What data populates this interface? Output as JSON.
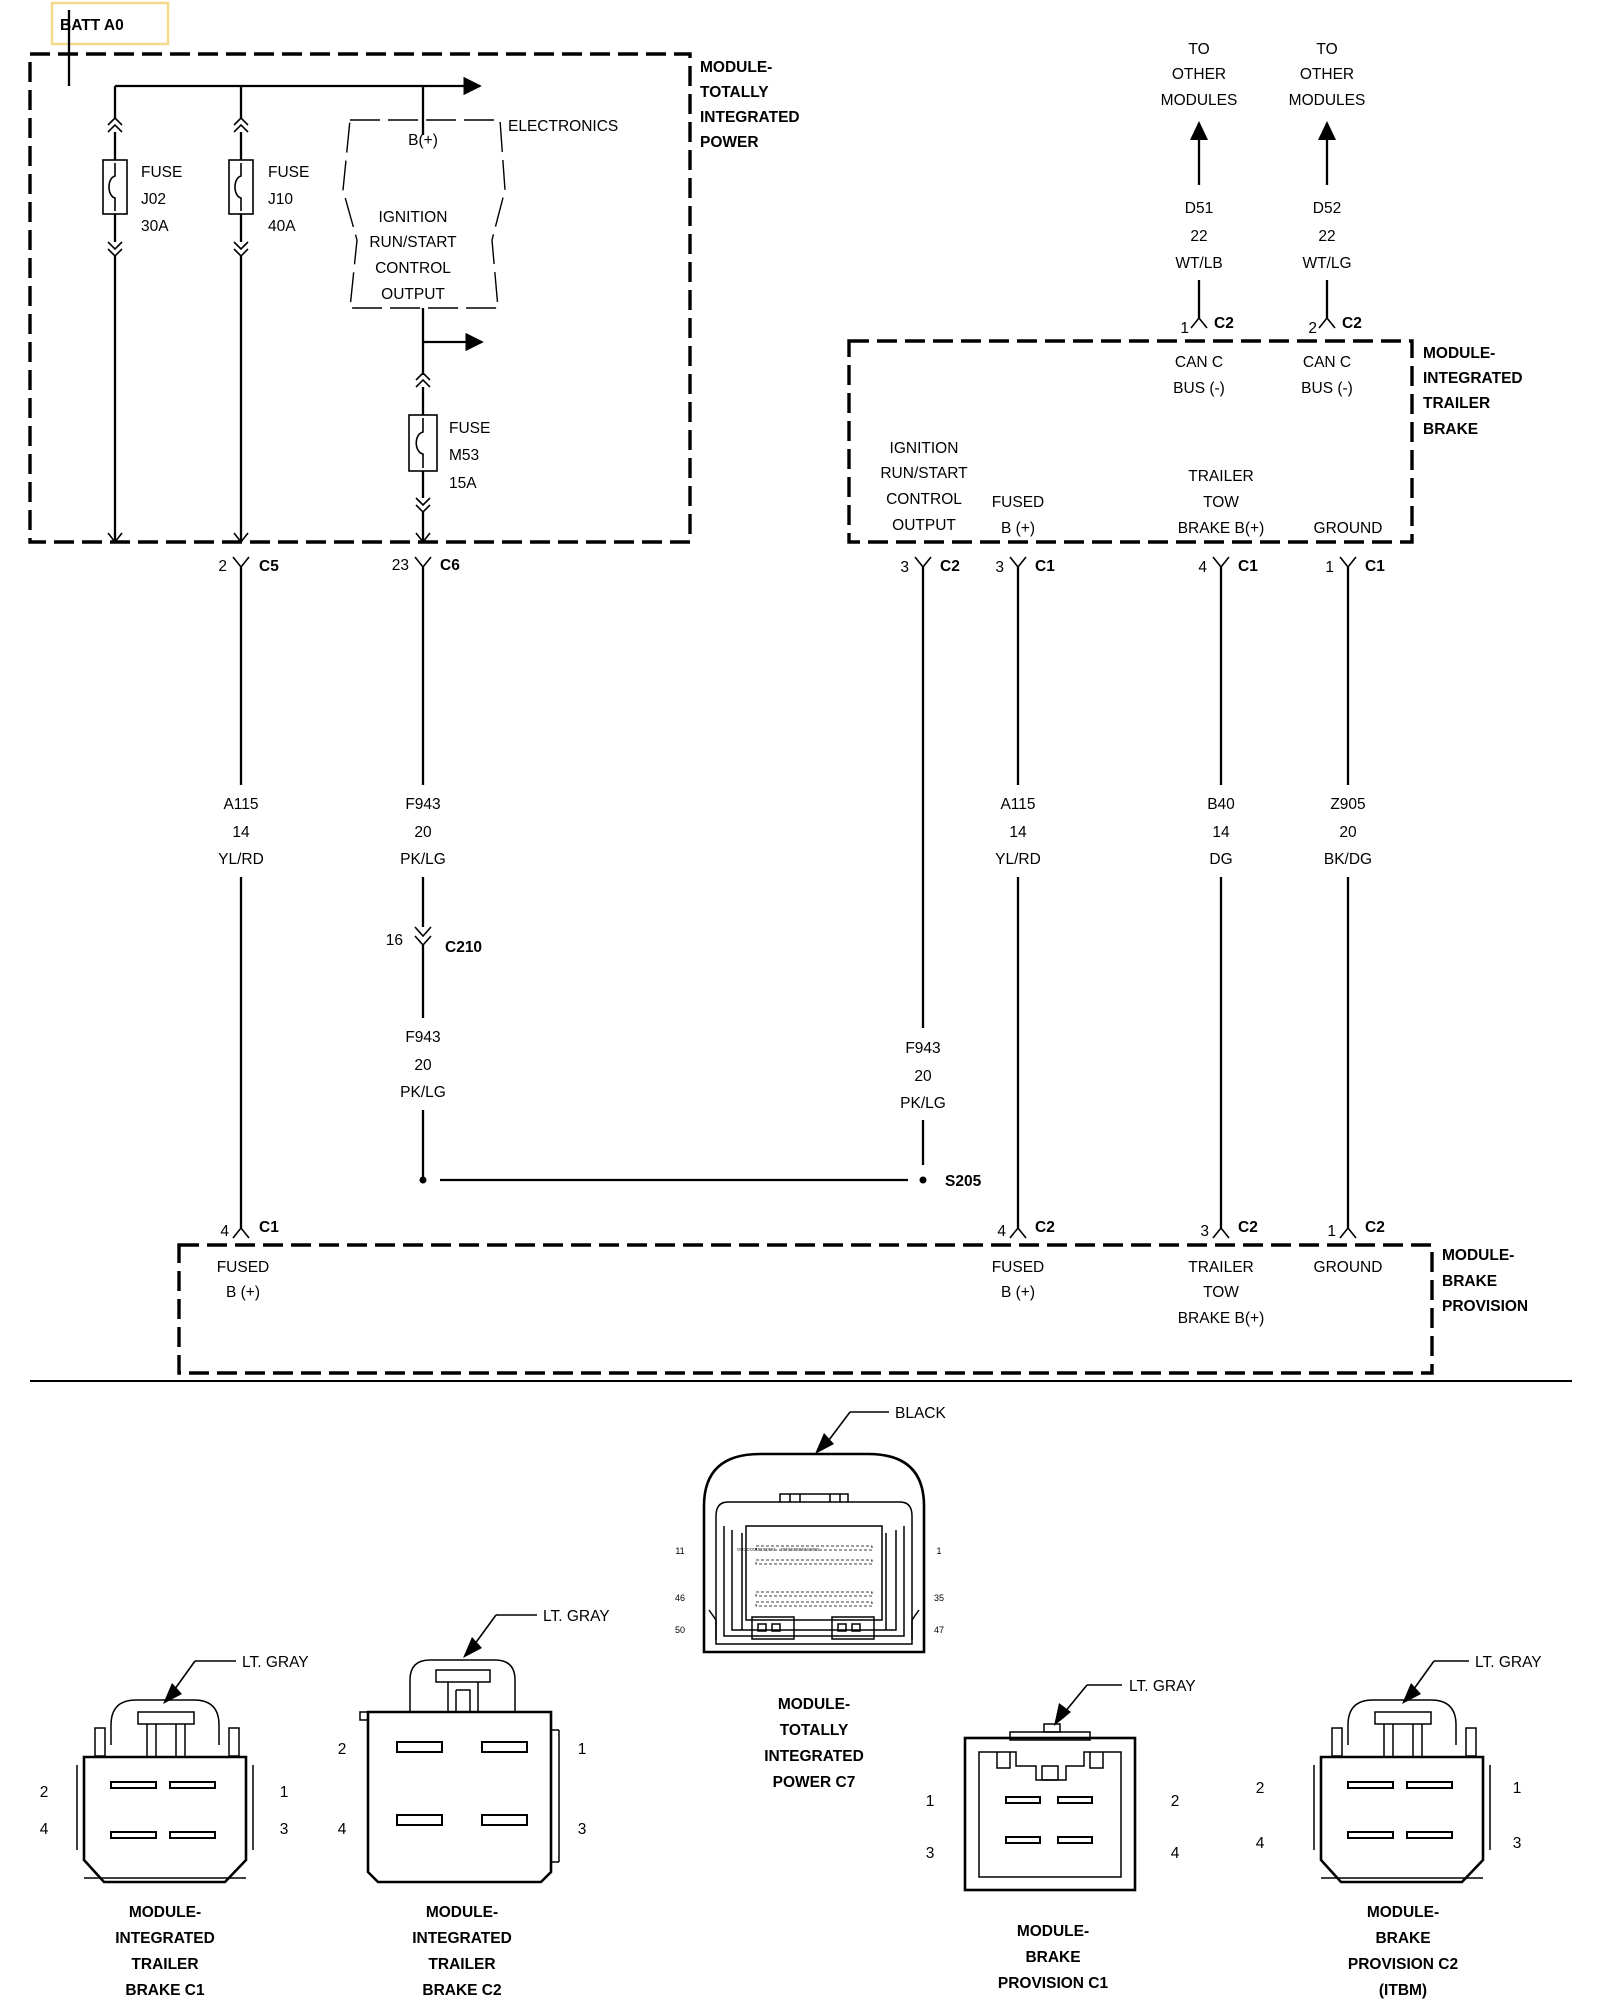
{
  "batt_label": "BATT A0",
  "colors": {
    "batt_border": "#f3d98b",
    "line": "#000000"
  },
  "tipm": {
    "title": [
      "MODULE-",
      "TOTALLY",
      "INTEGRATED",
      "POWER"
    ],
    "electronics_label": "ELECTRONICS",
    "b_plus": "B(+)",
    "ignition_output": [
      "IGNITION",
      "RUN/START",
      "CONTROL",
      "OUTPUT"
    ],
    "fuses": [
      {
        "word": "FUSE",
        "id": "J02",
        "rating": "30A"
      },
      {
        "word": "FUSE",
        "id": "J10",
        "rating": "40A"
      },
      {
        "word": "FUSE",
        "id": "M53",
        "rating": "15A"
      }
    ],
    "pins": [
      {
        "pin": "2",
        "connector": "C5"
      },
      {
        "pin": "23",
        "connector": "C6"
      }
    ]
  },
  "itbm": {
    "title": [
      "MODULE-",
      "INTEGRATED",
      "TRAILER",
      "BRAKE"
    ],
    "can_pins": [
      {
        "pin": "1",
        "connector": "C2",
        "label": [
          "CAN C",
          "BUS (-)"
        ],
        "wire": [
          "D51",
          "22",
          "WT/LB"
        ],
        "dest": [
          "TO",
          "OTHER",
          "MODULES"
        ]
      },
      {
        "pin": "2",
        "connector": "C2",
        "label": [
          "CAN C",
          "BUS (-)"
        ],
        "wire": [
          "D52",
          "22",
          "WT/LG"
        ],
        "dest": [
          "TO",
          "OTHER",
          "MODULES"
        ]
      }
    ],
    "bottom_pins": [
      {
        "pin": "3",
        "connector": "C2",
        "label": [
          "IGNITION",
          "RUN/START",
          "CONTROL",
          "OUTPUT"
        ]
      },
      {
        "pin": "3",
        "connector": "C1",
        "label": [
          "FUSED",
          "B (+)"
        ]
      },
      {
        "pin": "4",
        "connector": "C1",
        "label": [
          "TRAILER",
          "TOW",
          "BRAKE B(+)"
        ]
      },
      {
        "pin": "1",
        "connector": "C1",
        "label": [
          "GROUND"
        ]
      }
    ]
  },
  "wires": {
    "a115_left": [
      "A115",
      "14",
      "YL/RD"
    ],
    "f943_upper": [
      "F943",
      "20",
      "PK/LG"
    ],
    "c210": {
      "pin": "16",
      "connector": "C210"
    },
    "f943_lower": [
      "F943",
      "20",
      "PK/LG"
    ],
    "f943_right": [
      "F943",
      "20",
      "PK/LG"
    ],
    "a115_right": [
      "A115",
      "14",
      "YL/RD"
    ],
    "b40": [
      "B40",
      "14",
      "DG"
    ],
    "z905": [
      "Z905",
      "20",
      "BK/DG"
    ],
    "splice": "S205"
  },
  "bpm": {
    "title": [
      "MODULE-",
      "BRAKE",
      "PROVISION"
    ],
    "pins": [
      {
        "pin": "4",
        "connector": "C1",
        "label": [
          "FUSED",
          "B (+)"
        ]
      },
      {
        "pin": "4",
        "connector": "C2",
        "label": [
          "FUSED",
          "B (+)"
        ]
      },
      {
        "pin": "3",
        "connector": "C2",
        "label": [
          "TRAILER",
          "TOW",
          "BRAKE B(+)"
        ]
      },
      {
        "pin": "1",
        "connector": "C2",
        "label": [
          "GROUND"
        ]
      }
    ]
  },
  "connector_views": [
    {
      "color": "LT. GRAY",
      "pins": [
        "2",
        "1",
        "4",
        "3"
      ],
      "caption": [
        "MODULE-",
        "INTEGRATED",
        "TRAILER",
        "BRAKE C1"
      ]
    },
    {
      "color": "LT. GRAY",
      "pins": [
        "2",
        "1",
        "4",
        "3"
      ],
      "caption": [
        "MODULE-",
        "INTEGRATED",
        "TRAILER",
        "BRAKE C2"
      ]
    },
    {
      "color": "BLACK",
      "pins": [
        "11",
        "1",
        "46",
        "35",
        "50",
        "47"
      ],
      "caption": [
        "MODULE-",
        "TOTALLY",
        "INTEGRATED",
        "POWER C7"
      ]
    },
    {
      "color": "LT. GRAY",
      "pins": [
        "1",
        "2",
        "3",
        "4"
      ],
      "caption": [
        "MODULE-",
        "BRAKE",
        "PROVISION C1"
      ]
    },
    {
      "color": "LT. GRAY",
      "pins": [
        "2",
        "1",
        "4",
        "3"
      ],
      "caption": [
        "MODULE-",
        "BRAKE",
        "PROVISION C2",
        "(ITBM)"
      ]
    }
  ]
}
